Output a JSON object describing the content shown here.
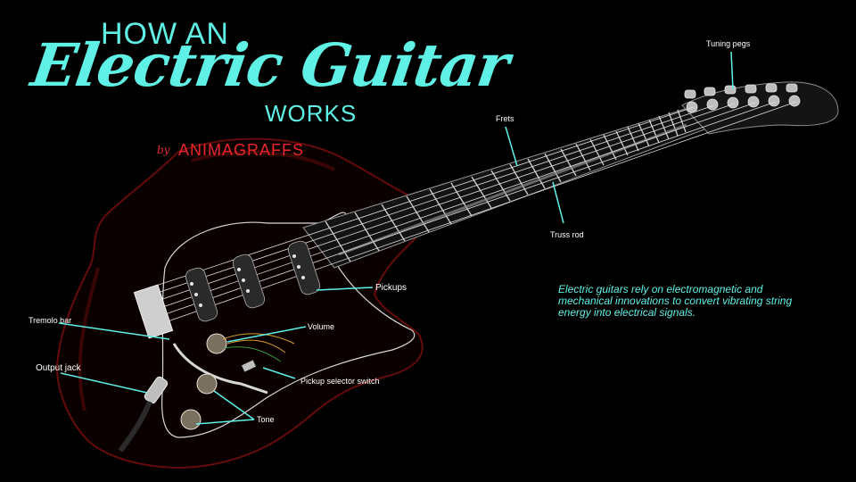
{
  "title": {
    "line1": "HOW AN",
    "line2": "Electric Guitar",
    "line3": "WORKS",
    "by": "by",
    "brand": "ANIMAGRAFFS"
  },
  "labels": {
    "tuning_pegs": "Tuning pegs",
    "frets": "Frets",
    "truss_rod": "Truss rod",
    "pickups": "Pickups",
    "tremolo_bar": "Tremolo bar",
    "volume": "Volume",
    "output_jack": "Output jack",
    "pickup_selector": "Pickup selector switch",
    "tone": "Tone"
  },
  "description": "Electric guitars rely on electromagnetic and mechanical innovations to convert vibrating string energy into electrical signals.",
  "colors": {
    "accent": "#5ff0e6",
    "brand": "#e8262b",
    "background": "#000000",
    "body_outline": "#8a1010"
  }
}
